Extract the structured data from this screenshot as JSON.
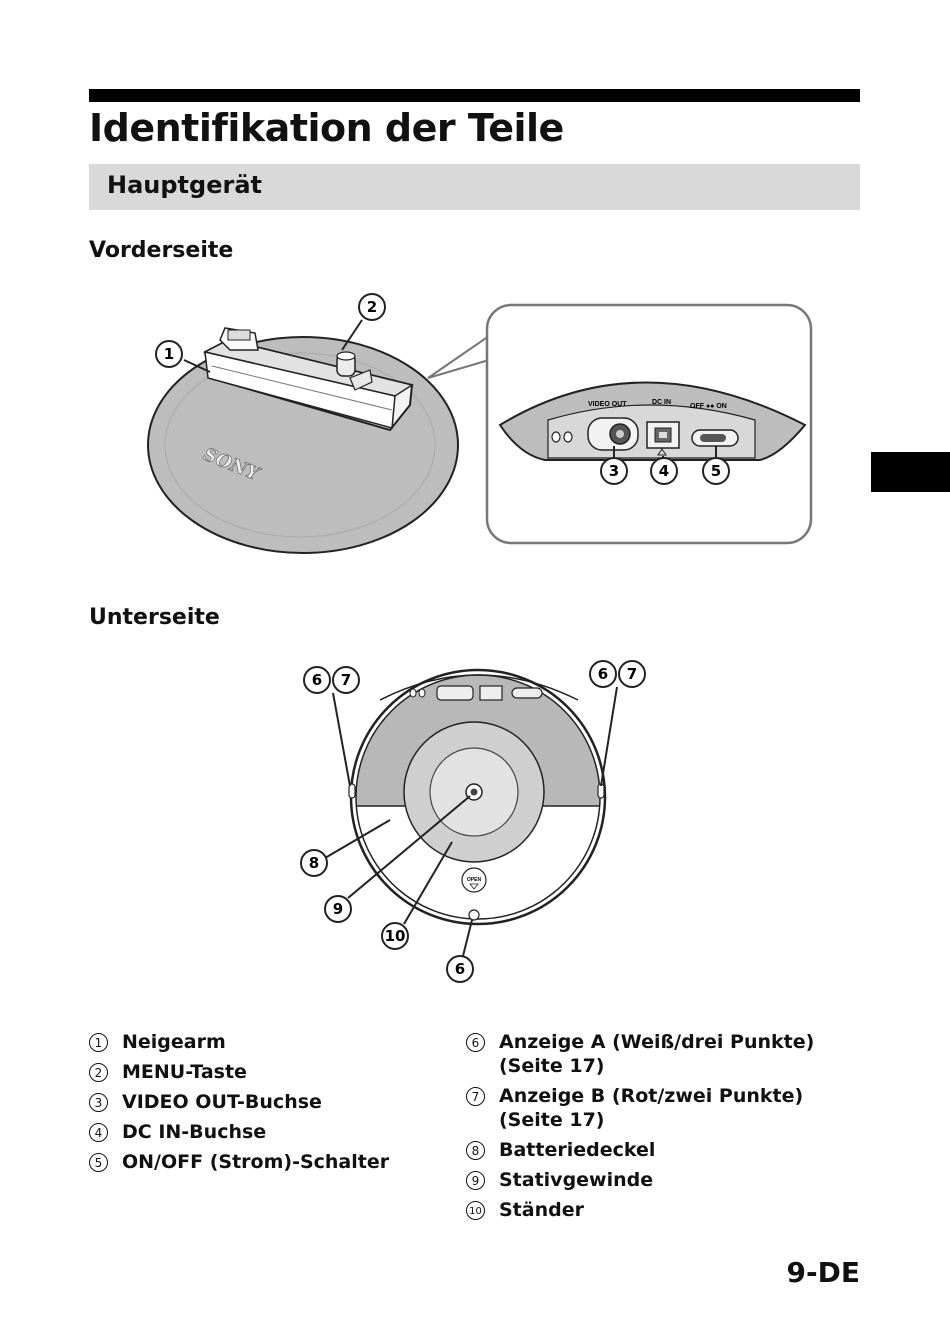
{
  "page": {
    "title": "Identifikation der Teile",
    "section": "Hauptgerät",
    "folio": "9-DE"
  },
  "front": {
    "heading": "Vorderseite",
    "logo_text": "SONY",
    "panel_labels": {
      "video_out": "VIDEO OUT",
      "dc_in": "DC IN",
      "power": "OFF ●● ON"
    },
    "callouts": [
      "1",
      "2",
      "3",
      "4",
      "5"
    ]
  },
  "bottom": {
    "heading": "Unterseite",
    "open_label": "OPEN",
    "callouts": [
      "6",
      "7",
      "6",
      "7",
      "8",
      "9",
      "10",
      "6"
    ]
  },
  "parts_left": [
    {
      "num": "1",
      "label": "Neigearm"
    },
    {
      "num": "2",
      "label": "MENU-Taste"
    },
    {
      "num": "3",
      "label": "VIDEO OUT-Buchse"
    },
    {
      "num": "4",
      "label": "DC IN-Buchse"
    },
    {
      "num": "5",
      "label": "ON/OFF (Strom)-Schalter"
    }
  ],
  "parts_right": [
    {
      "num": "6",
      "label": "Anzeige A (Weiß/drei Punkte)",
      "sub": "(Seite 17)"
    },
    {
      "num": "7",
      "label": "Anzeige B (Rot/zwei Punkte)",
      "sub": "(Seite 17)"
    },
    {
      "num": "8",
      "label": "Batteriedeckel"
    },
    {
      "num": "9",
      "label": "Stativgewinde"
    },
    {
      "num": "10",
      "label": "Ständer"
    }
  ],
  "colors": {
    "band": "#d9d9d9",
    "device_gray": "#bdbdbd",
    "device_dark": "#9a9a9a",
    "ink": "#111111"
  }
}
